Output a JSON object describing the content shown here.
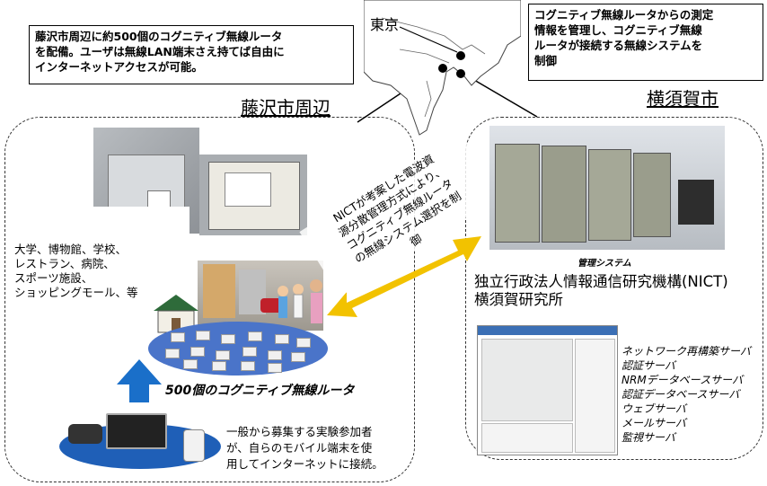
{
  "callouts": {
    "left": [
      "藤沢市周辺に約500個のコグニティブ無線ルータ",
      "を配備。ユーザは無線LAN端末さえ持てば自由に",
      "インターネットアクセスが可能。"
    ],
    "right": [
      "コグニティブ無線ルータからの測定",
      "情報を管理し、コグニティブ無線",
      "ルータが接続する無線システムを",
      "制御"
    ]
  },
  "map": {
    "tokyo": "東京"
  },
  "regions": {
    "fujisawa": "藤沢市周辺",
    "yokosuka": "横須賀市"
  },
  "left_panel": {
    "places": [
      "大学、博物館、学校、",
      "レストラン、病院、",
      "スポーツ施設、",
      "ショッピングモール、等"
    ],
    "router_caption": "500個のコグニティブ無線ルータ",
    "participants": [
      "一般から募集する実験参加者",
      "が、自らのモバイル端末を使",
      "用してインターネットに接続。"
    ]
  },
  "arrow_text": [
    "NICTが考案した電波資",
    "源分散管理方式により、",
    "コグニティブ無線ルータ",
    "の無線システム選択を制",
    "御"
  ],
  "right_panel": {
    "system_caption": "管理システム",
    "org": [
      "独立行政法人情報通信研究機構(NICT)",
      "横須賀研究所"
    ],
    "servers": [
      "ネットワーク再構築サーバ",
      "認証サーバ",
      "NRMデータベースサーバ",
      "認証データベースサーバ",
      "ウェブサーバ",
      "メールサーバ",
      "監視サーバ"
    ]
  },
  "colors": {
    "arrow_blue": "#1a6fc9",
    "arrow_yellow": "#f2c200",
    "ellipse": "#4a74c9"
  }
}
